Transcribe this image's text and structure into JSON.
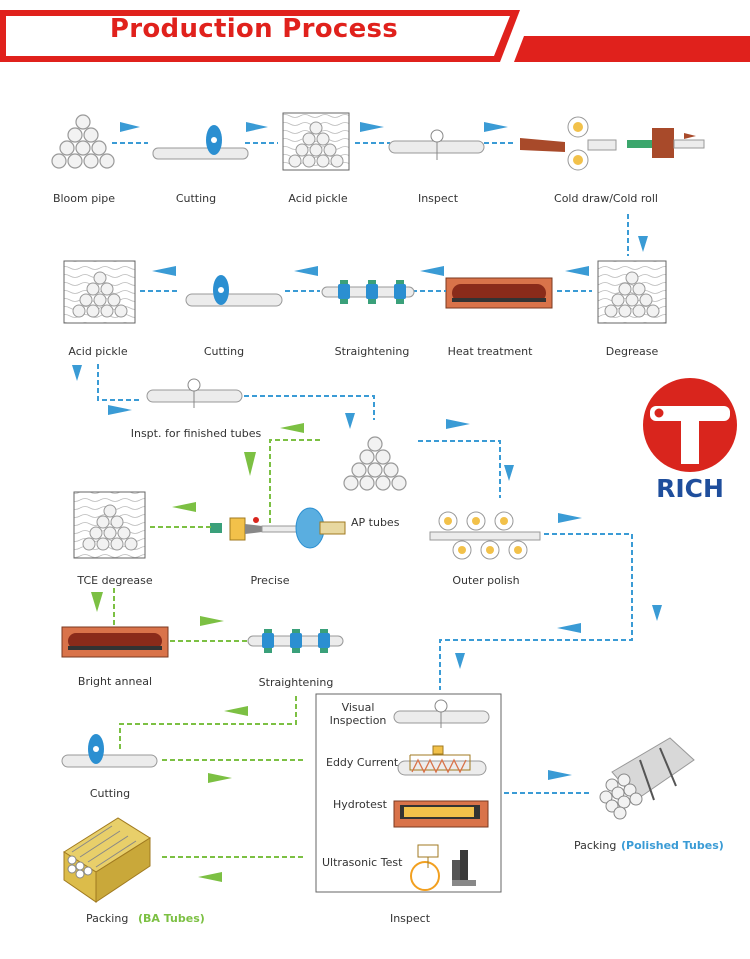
{
  "header": {
    "title": "Production Process"
  },
  "logo": {
    "text": "RICH"
  },
  "steps": {
    "bloom_pipe": "Bloom pipe",
    "cutting_1": "Cutting",
    "acid_pickle_1": "Acid pickle",
    "inspect_1": "Inspect",
    "cold_draw": "Cold draw/Cold roll",
    "degrease": "Degrease",
    "heat_treatment": "Heat treatment",
    "straightening_1": "Straightening",
    "cutting_2": "Cutting",
    "acid_pickle_2": "Acid pickle",
    "inspt_finished": "Inspt. for finished tubes",
    "ap_tubes": "AP tubes",
    "tce_degrease": "TCE degrease",
    "precise": "Precise",
    "outer_polish": "Outer polish",
    "bright_anneal": "Bright anneal",
    "straightening_2": "Straightening",
    "cutting_3": "Cutting",
    "visual_inspection_1": "Visual",
    "visual_inspection_2": "Inspection",
    "eddy_current": "Eddy Current",
    "hydrotest": "Hydrotest",
    "ultrasonic_test": "Ultrasonic Test",
    "inspect_2": "Inspect",
    "packing_polished": "Packing",
    "packing_polished_note": "(Polished Tubes)",
    "packing_ba": "Packing",
    "packing_ba_note": "(BA Tubes)"
  },
  "colors": {
    "banner_red": "#e0211c",
    "blue_flow": "#3a9bd5",
    "green_flow": "#7cc043",
    "logo_red": "#d9251d",
    "logo_blue": "#1f4e9c"
  }
}
